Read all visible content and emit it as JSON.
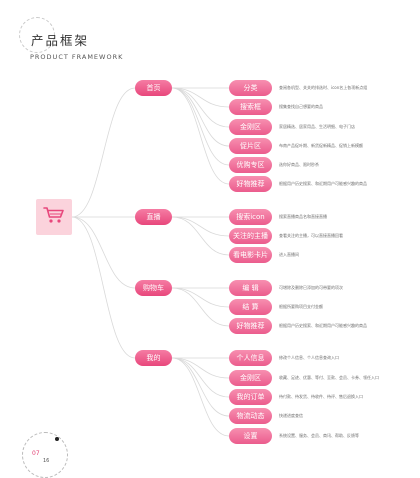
{
  "header": {
    "title": "产品框架",
    "subtitle": "PRODUCT FRAMEWORK"
  },
  "root": {
    "icon": "shopping-cart-icon"
  },
  "tree": [
    {
      "label": "首页",
      "children": [
        {
          "label": "分类",
          "desc": "查阅各机型、关关的排选时、icon名上各项新点组"
        },
        {
          "label": "搜索框",
          "desc": "搜集查找自己想要的商品"
        },
        {
          "label": "金刚区",
          "desc": "家居精选、居家用品、生活明细、电子门店"
        },
        {
          "label": "促片区",
          "desc": "布南产品促叶期、新货促新精品、促销上新模额"
        },
        {
          "label": "优购专区",
          "desc": "选你好商品、限时秒杀"
        },
        {
          "label": "好物推荐",
          "desc": "根据用户历史搜索、和近期用户可能感兴趣的商品"
        }
      ]
    },
    {
      "label": "直播",
      "children": [
        {
          "label": "搜索icon",
          "desc": "搜索直播商品名和直接直播"
        },
        {
          "label": "关注的主播",
          "desc": "查看关注的主播，可以直接直播回看"
        },
        {
          "label": "看电影卡片",
          "desc": "进入直播间"
        }
      ]
    },
    {
      "label": "购物车",
      "children": [
        {
          "label": "编 辑",
          "desc": "可增除及删除已添加的可带要的项次"
        },
        {
          "label": "结 算",
          "desc": "根据所要购项目支付金额"
        },
        {
          "label": "好物推荐",
          "desc": "根据用户历史搜索、和近期用户可能感兴趣的商品"
        }
      ]
    },
    {
      "label": "我的",
      "children": [
        {
          "label": "个人信息",
          "desc": "修改个人信息、个人信息查询入口"
        },
        {
          "label": "金刚区",
          "desc": "收藏、足迹、优惠、等付、至款、会员、卡券、领任入口"
        },
        {
          "label": "我的订单",
          "desc": "待付款、待发货、待收件、待评、售后退换入口"
        },
        {
          "label": "物流动态",
          "desc": "快递进度查信"
        },
        {
          "label": "设置",
          "desc": "系统设置、服务、会员、商讯、帮助、反馈等"
        }
      ]
    }
  ],
  "pagination": {
    "current": "07",
    "total": "16"
  },
  "colors": {
    "accent": "#e8477c",
    "accent_light": "#f78fb0",
    "root_bg": "#fbd3dc",
    "link": "#d9d9d9"
  }
}
